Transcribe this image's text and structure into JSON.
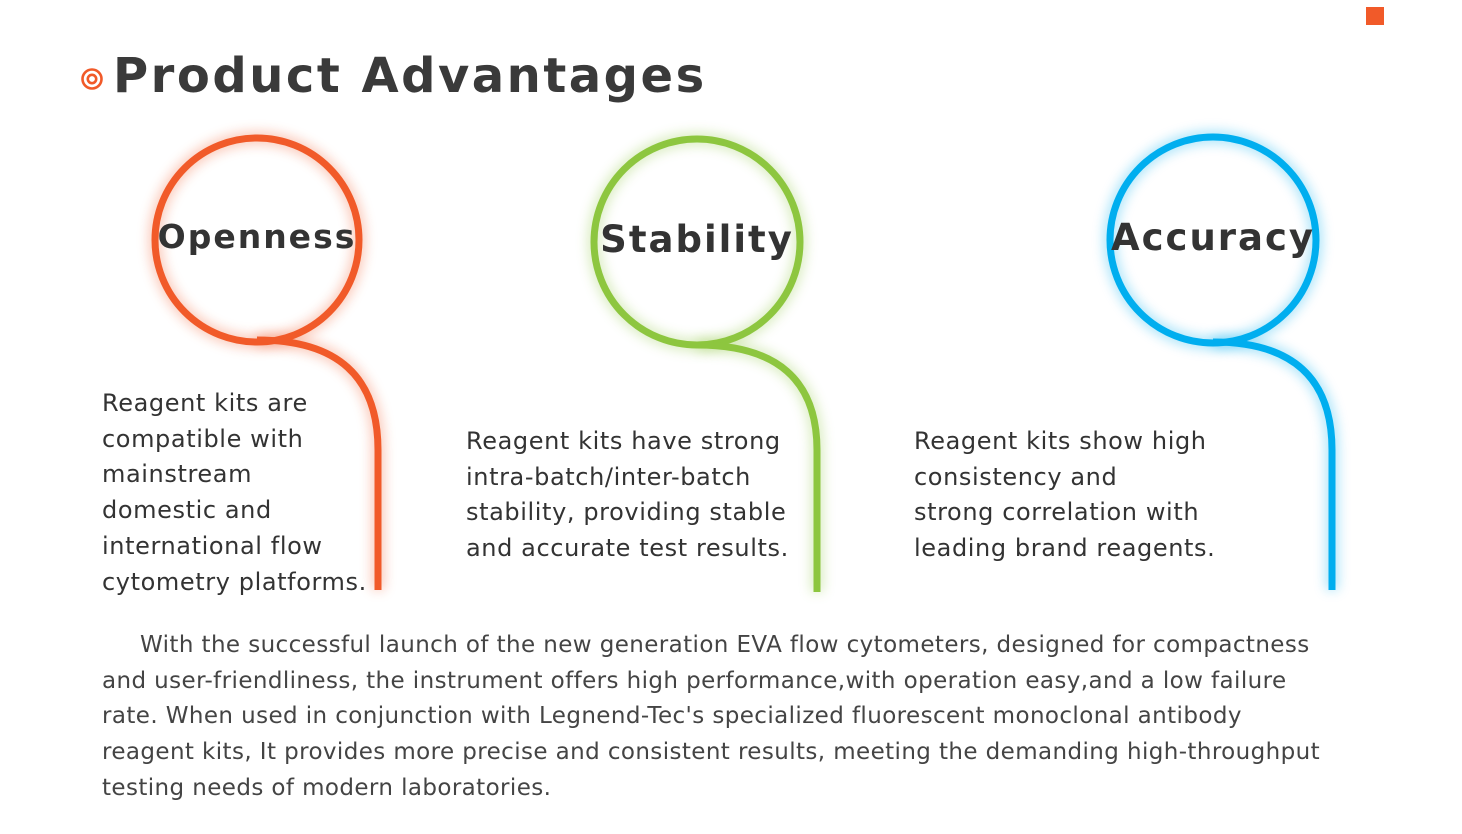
{
  "header": {
    "title": "Product Advantages",
    "bullet_icon": "double-ring-icon",
    "accent_color": "#f15a29"
  },
  "advantages": [
    {
      "label": "Openness",
      "color": "#f15a29",
      "description_lines": [
        "Reagent kits are",
        "compatible with",
        "mainstream",
        "domestic and",
        "international flow",
        "cytometry platforms."
      ]
    },
    {
      "label": "Stability",
      "color": "#8dc63f",
      "description_lines": [
        "Reagent kits have strong",
        "intra-batch/inter-batch",
        "stability, providing stable",
        "and accurate test results."
      ]
    },
    {
      "label": "Accuracy",
      "color": "#00aeef",
      "description_lines": [
        "Reagent kits show high",
        "consistency and",
        "strong correlation with",
        "leading brand reagents."
      ]
    }
  ],
  "summary_lines": [
    "With the successful launch of the new generation EVA flow cytometers, designed for compactness",
    "and user-friendliness, the instrument offers high performance,with operation easy,and a low failure",
    "rate. When used in conjunction with Legnend-Tec's specialized fluorescent monoclonal antibody",
    "reagent kits, It provides more precise and consistent results, meeting the demanding high-throughput",
    "testing needs of modern laboratories."
  ]
}
